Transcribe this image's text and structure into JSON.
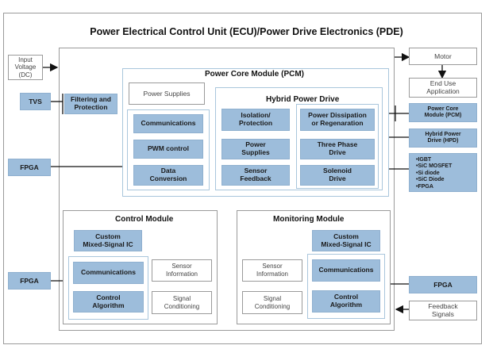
{
  "title": "Power Electrical Control Unit (ECU)/Power Drive Electronics (PDE)",
  "inputs": {
    "input_voltage": "Input\nVoltage\n(DC)",
    "tvs": "TVS",
    "fpga_top": "FPGA",
    "fpga_bottom": "FPGA",
    "filtering": "Filtering and\nProtection"
  },
  "pcm": {
    "title": "Power Core Module (PCM)",
    "power_supplies": "Power Supplies",
    "communications": "Communications",
    "pwm_control": "PWM control",
    "data_conversion": "Data\nConversion"
  },
  "hpd": {
    "title": "Hybrid Power Drive",
    "isolation": "Isolation/\nProtection",
    "power_supplies": "Power\nSupplies",
    "sensor_feedback": "Sensor\nFeedback",
    "power_dissipation": "Power Dissipation\nor Regenaration",
    "three_phase": "Three Phase\nDrive",
    "solenoid": "Solenoid\nDrive"
  },
  "control_module": {
    "title": "Control Module",
    "custom_ic": "Custom\nMixed-Signal IC",
    "communications": "Communications",
    "control_algorithm": "Control\nAlgorithm",
    "sensor_information": "Sensor\nInformation",
    "signal_conditioning": "Signal\nConditioning"
  },
  "monitoring_module": {
    "title": "Monitoring Module",
    "custom_ic": "Custom\nMixed-Signal IC",
    "communications": "Communications",
    "control_algorithm": "Control\nAlgorithm",
    "sensor_information": "Sensor\nInformation",
    "signal_conditioning": "Signal\nConditioning"
  },
  "outputs": {
    "motor": "Motor",
    "end_use": "End Use\nApplication",
    "pcm_out": "Power Core\nModule (PCM)",
    "hpd_out": "Hybrid Power\nDrive (HPD)",
    "components": [
      "IGBT",
      "SiC MOSFET",
      "Si diode",
      "SiC Diode",
      "FPGA"
    ],
    "fpga_right": "FPGA",
    "feedback": "Feedback\nSignals"
  }
}
